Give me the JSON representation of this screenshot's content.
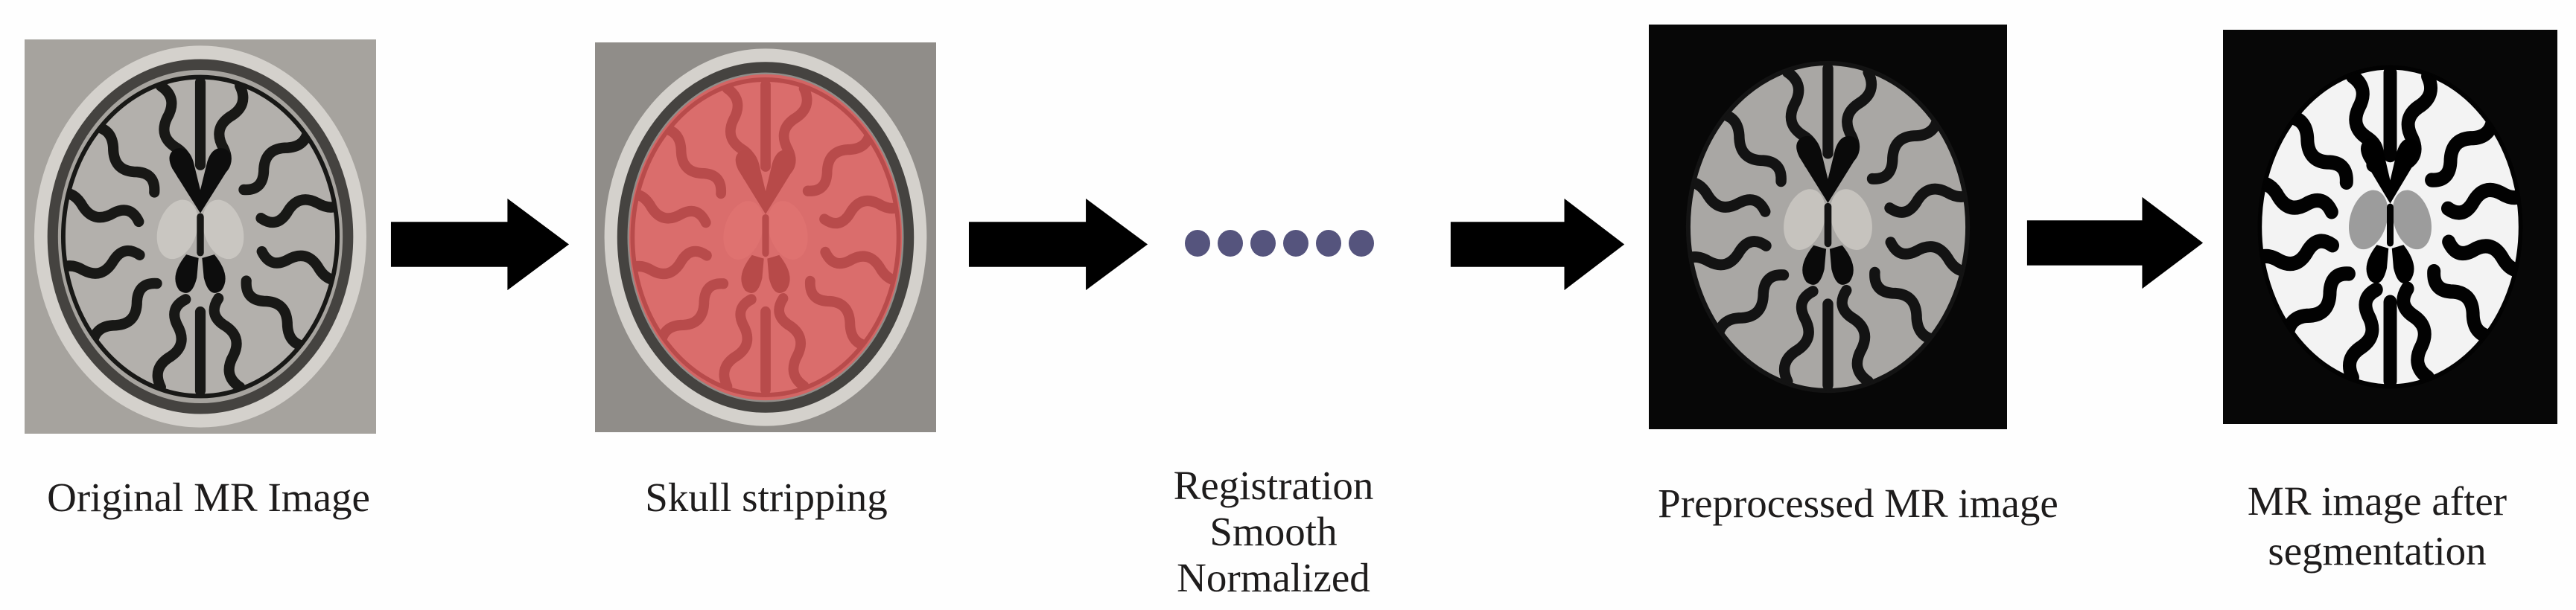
{
  "figure": {
    "description_kind": "mri-preprocessing-pipeline",
    "steps": [
      {
        "id": "original",
        "kind": "mri-original",
        "label": "Original MR Image"
      },
      {
        "id": "skull-strip",
        "kind": "mri-red-overlay",
        "label": "Skull stripping"
      },
      {
        "id": "registration",
        "kind": "dotted-connector",
        "dot_count": 6,
        "label_lines": [
          "Registration",
          "Smooth",
          "Normalized"
        ]
      },
      {
        "id": "preprocessed",
        "kind": "mri-dark",
        "label": "Preprocessed MR image"
      },
      {
        "id": "segmented",
        "kind": "mri-segmented",
        "label_lines": [
          "MR image after",
          "segmentation"
        ]
      }
    ],
    "connectors": [
      {
        "type": "block-arrow",
        "direction": "right"
      },
      {
        "type": "block-arrow",
        "direction": "right"
      },
      {
        "type": "block-arrow",
        "direction": "right"
      },
      {
        "type": "block-arrow",
        "direction": "right"
      }
    ]
  },
  "colors": {
    "arrow_fill": "#4672c2",
    "arrow_border": "#2d4e8e",
    "dot_color": "#55547d",
    "label_color": "#1e1c1c",
    "overlay_red": "#e65a5a",
    "mri_light_bg": "#a6a39e",
    "mri_mid_bg": "#908d89",
    "mri_dark_bg": "#070707",
    "skull_color": "#d4d1cc",
    "seg_white": "#f3f3f3",
    "seg_gray": "#9c9c9c"
  }
}
